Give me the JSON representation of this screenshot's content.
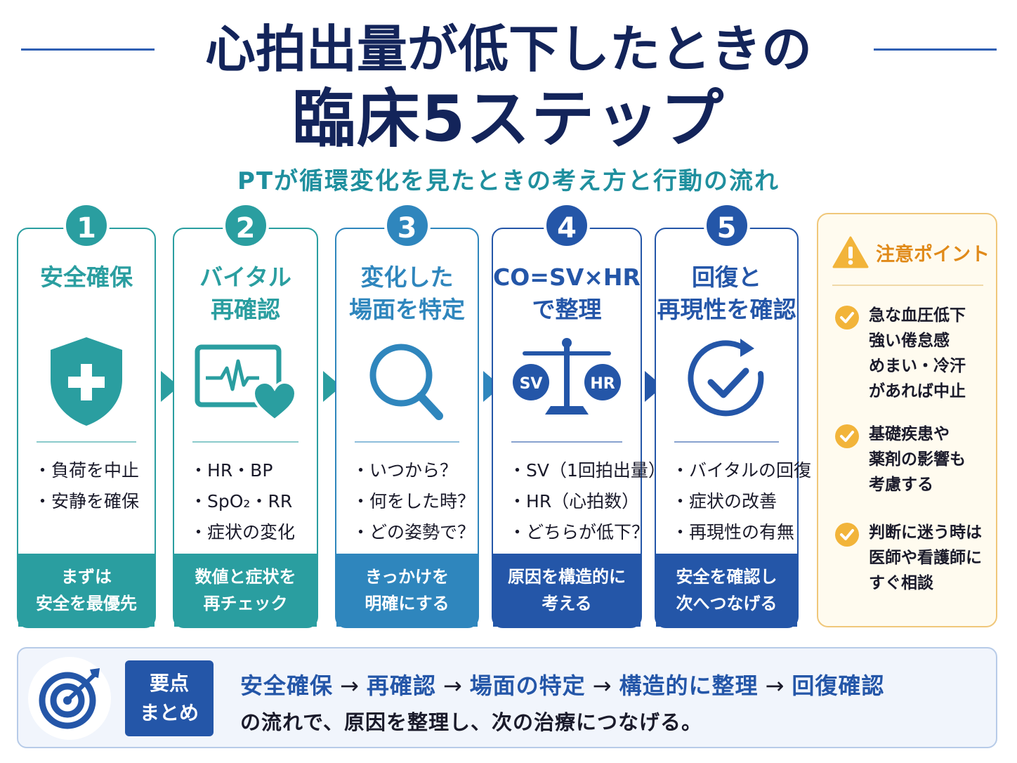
{
  "title": {
    "line1": "心拍出量が低下したときの",
    "line2": "臨床5ステップ",
    "subtitle": "PTが循環変化を見たときの考え方と行動の流れ"
  },
  "colors": {
    "navy": "#13245a",
    "teal": "#2a9ea0",
    "blue": "#2456a8",
    "orange": "#e08a19"
  },
  "steps": [
    {
      "number": "1",
      "title": [
        "安全確保"
      ],
      "icon": "shield-plus-icon",
      "bullets": [
        "負荷を中止",
        "安静を確保"
      ],
      "footer": [
        "まずは",
        "安全を最優先"
      ],
      "color": "#2a9ea0"
    },
    {
      "number": "2",
      "title": [
        "バイタル",
        "再確認"
      ],
      "icon": "vital-monitor-heart-icon",
      "bullets": [
        "HR・BP",
        "SpO₂・RR",
        "症状の変化"
      ],
      "footer": [
        "数値と症状を",
        "再チェック"
      ],
      "color": "#2a9ea0"
    },
    {
      "number": "3",
      "title": [
        "変化した",
        "場面を特定"
      ],
      "icon": "magnifier-icon",
      "bullets": [
        "いつから？",
        "何をした時？",
        "どの姿勢で？"
      ],
      "footer": [
        "きっかけを",
        "明確にする"
      ],
      "color": "#2f86bd"
    },
    {
      "number": "4",
      "title": [
        "CO=SV×HR",
        "で整理"
      ],
      "icon": "balance-scale-icon",
      "bullets": [
        "SV（1回拍出量）",
        "HR（心拍数）",
        "どちらが低下？"
      ],
      "footer": [
        "原因を構造的に",
        "考える"
      ],
      "color": "#2456a8",
      "scale_labels": [
        "SV",
        "HR"
      ]
    },
    {
      "number": "5",
      "title": [
        "回復と",
        "再現性を確認"
      ],
      "icon": "refresh-check-icon",
      "bullets": [
        "バイタルの回復",
        "症状の改善",
        "再現性の有無"
      ],
      "footer": [
        "安全を確認し",
        "次へつなげる"
      ],
      "color": "#2456a8"
    }
  ],
  "caution": {
    "title": "注意ポイント",
    "items": [
      [
        "急な血圧低下",
        "強い倦怠感",
        "めまい・冷汗",
        "があれば中止"
      ],
      [
        "基礎疾患や",
        "薬剤の影響も",
        "考慮する"
      ],
      [
        "判断に迷う時は",
        "医師や看護師に",
        "すぐ相談"
      ]
    ]
  },
  "summary": {
    "label": [
      "要点",
      "まとめ"
    ],
    "flow": [
      "安全確保",
      "再確認",
      "場面の特定",
      "構造的に整理",
      "回復確認"
    ],
    "flow_sep": "→",
    "text": "の流れで、原因を整理し、次の治療につなげる。"
  }
}
